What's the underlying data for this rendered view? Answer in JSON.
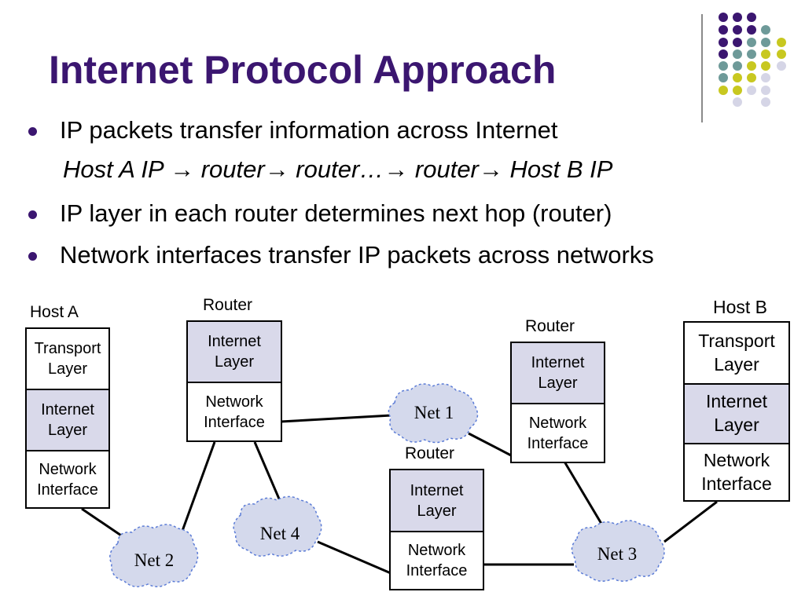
{
  "slide": {
    "title": "Internet Protocol Approach",
    "bullets": [
      "IP packets transfer information across Internet",
      "IP layer in each router determines next hop (router)",
      "Network interfaces transfer IP packets across networks"
    ],
    "sub_line": "Host A IP → router→ router…→ router→ Host B IP"
  },
  "diagram": {
    "host_a": {
      "label": "Host A",
      "layers": [
        "Transport Layer",
        "Internet Layer",
        "Network Interface"
      ]
    },
    "host_b": {
      "label": "Host B",
      "layers": [
        "Transport Layer",
        "Internet Layer",
        "Network Interface"
      ]
    },
    "router_1": {
      "label": "Router",
      "layers": [
        "Internet Layer",
        "Network Interface"
      ]
    },
    "router_2": {
      "label": "Router",
      "layers": [
        "Internet Layer",
        "Network Interface"
      ]
    },
    "router_3": {
      "label": "Router",
      "layers": [
        "Internet Layer",
        "Network Interface"
      ]
    },
    "nets": [
      "Net 1",
      "Net 2",
      "Net 3",
      "Net 4"
    ]
  },
  "colors": {
    "title": "#3b1670",
    "layer_highlight": "#d9d9ea",
    "cloud_fill": "#d4d9ec",
    "cloud_stroke": "#5a7bd6",
    "dot_purple": "#3b1670",
    "dot_teal": "#6e9a99",
    "dot_olive": "#c8c820",
    "dot_lavender": "#d5d5e6"
  }
}
